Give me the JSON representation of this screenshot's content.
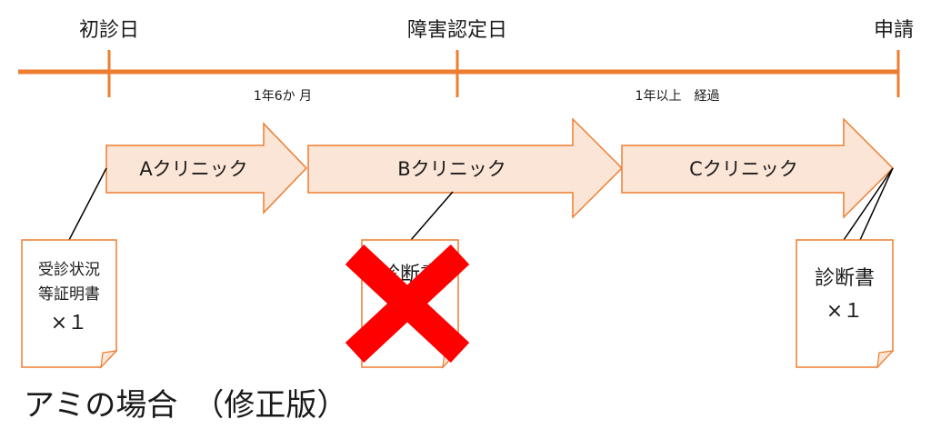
{
  "colors": {
    "timeline": "#ED7D31",
    "arrow_fill": "#FBE5D6",
    "arrow_stroke": "#ED7D31",
    "doc_stroke": "#ED7D31",
    "connector": "#000000",
    "cross": "#FF0000"
  },
  "timeline": {
    "milestones": [
      {
        "label": "初診日"
      },
      {
        "label": "障害認定日"
      },
      {
        "label": "申請"
      }
    ],
    "durations": [
      {
        "label": "1年6か 月"
      },
      {
        "label": "1年以上　経過"
      }
    ]
  },
  "clinics": [
    {
      "label": "Aクリニック"
    },
    {
      "label": "Bクリニック"
    },
    {
      "label": "Cクリニック"
    }
  ],
  "documents": [
    {
      "lines": [
        "受診状況",
        "等証明書",
        "×１"
      ],
      "crossed": false
    },
    {
      "lines": [
        "診断書"
      ],
      "crossed": true,
      "cross_icon": "cross-out-icon"
    },
    {
      "lines": [
        "診断書",
        "×１"
      ],
      "crossed": false
    }
  ],
  "caption": "アミの場合　（修正版）"
}
